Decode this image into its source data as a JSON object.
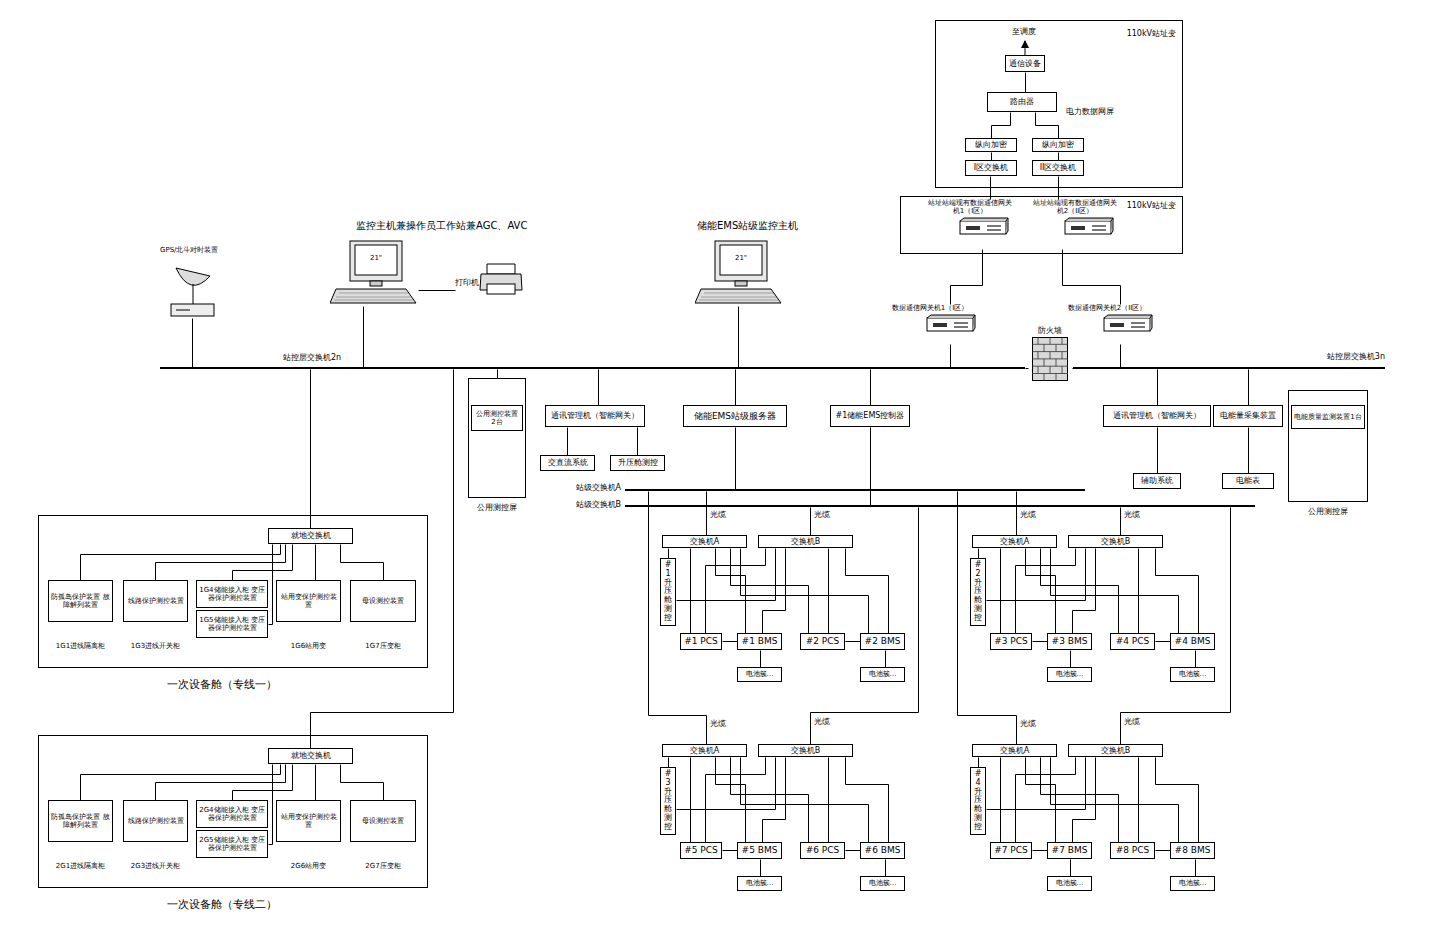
{
  "diagram": {
    "nodes": [
      {
        "text": [
          "110kV站址变",
          "电力数据网屏"
        ]
      },
      {
        "text": [
          "通信设备"
        ],
        "in": 0
      },
      {
        "text": [
          "路由器"
        ],
        "in": 0
      },
      {
        "text": [
          "纵向加密"
        ],
        "in": 0
      },
      {
        "text": [
          "纵向加密"
        ],
        "in": 0
      },
      {
        "text": [
          "I区交换机"
        ],
        "in": 0
      },
      {
        "text": [
          "II区交换机"
        ],
        "in": 0
      },
      {
        "text": [
          "110kV站址变"
        ]
      },
      {
        "text": [
          "站址站端现有数据通信网关机1（I区）"
        ],
        "in": 7
      },
      {
        "text": [
          "站址站端现有数据通信网关机2（II区）"
        ],
        "in": 7
      },
      {
        "text": [
          "GPS/北斗对时装置"
        ]
      },
      {
        "text": [
          "监控主机兼操作员工作站兼AGC、AVC"
        ]
      },
      {
        "text": [
          "打印机"
        ]
      },
      {
        "text": [
          "储能EMS站级监控主机"
        ]
      },
      {
        "text": [
          "数据通信网关机1（I区）"
        ]
      },
      {
        "text": [
          "数据通信网关机2（II区）"
        ]
      },
      {
        "text": [
          "防火墙"
        ]
      },
      {
        "text": [
          "站控层交换机2n"
        ]
      },
      {
        "text": [
          "站控层交换机3n"
        ]
      },
      {
        "text": [
          "公用测控屏"
        ]
      },
      {
        "text": [
          "公用测控装置2台"
        ],
        "in": 19
      },
      {
        "text": [
          "通讯管理机（智能网关）"
        ]
      },
      {
        "text": [
          "交直流系统"
        ]
      },
      {
        "text": [
          "升压舱测控"
        ]
      },
      {
        "text": [
          "储能EMS站级服务器"
        ]
      },
      {
        "text": [
          "#1储能EMS控制器"
        ]
      },
      {
        "text": [
          "通讯管理机（智能网关）"
        ]
      },
      {
        "text": [
          "辅助系统"
        ]
      },
      {
        "text": [
          "电能量采集装置"
        ]
      },
      {
        "text": [
          "电能表"
        ]
      },
      {
        "text": [
          "公用测控屏"
        ]
      },
      {
        "text": [
          "电能质量监测装置1台"
        ],
        "in": 30
      },
      {
        "text": [
          "站级交换机A"
        ]
      },
      {
        "text": [
          "站级交换机B"
        ]
      },
      {
        "text": [
          "一次设备舱（专线一）"
        ]
      },
      {
        "text": [
          "就地交换机"
        ],
        "in": 34
      },
      {
        "text": [
          "防孤岛保护装置 故障解列装置"
        ],
        "in": 34
      },
      {
        "text": [
          "线路保护测控装置"
        ],
        "in": 34
      },
      {
        "text": [
          "1G4储能接入柜 变压器保护测控装置"
        ],
        "in": 34
      },
      {
        "text": [
          "1G5储能接入柜 变压器保护测控装置"
        ],
        "in": 34
      },
      {
        "text": [
          "站用变保护测控装置"
        ],
        "in": 34
      },
      {
        "text": [
          "母设测控装置"
        ],
        "in": 34
      },
      {
        "text": [
          "一次设备舱（专线二）"
        ]
      },
      {
        "text": [
          "就地交换机"
        ],
        "in": 42
      },
      {
        "text": [
          "防孤岛保护装置 故障解列装置"
        ],
        "in": 42
      },
      {
        "text": [
          "线路保护测控装置"
        ],
        "in": 42
      },
      {
        "text": [
          "2G4储能接入柜 变压器保护测控装置"
        ],
        "in": 42
      },
      {
        "text": [
          "2G5储能接入柜 变压器保护测控装置"
        ],
        "in": 42
      },
      {
        "text": [
          "站用变保护测控装置"
        ],
        "in": 42
      },
      {
        "text": [
          "母设测控装置"
        ],
        "in": 42
      },
      {
        "text": [
          "交换机A"
        ]
      },
      {
        "text": [
          "交换机B"
        ]
      },
      {
        "text": [
          "#1升压舱测控"
        ]
      },
      {
        "text": [
          "#1 PCS"
        ]
      },
      {
        "text": [
          "#1 BMS"
        ]
      },
      {
        "text": [
          "#2 PCS"
        ]
      },
      {
        "text": [
          "#2 BMS"
        ]
      },
      {
        "text": [
          "电池簇…"
        ]
      },
      {
        "text": [
          "电池簇…"
        ]
      },
      {
        "text": [
          "交换机A"
        ]
      },
      {
        "text": [
          "交换机B"
        ]
      },
      {
        "text": [
          "#2升压舱测控"
        ]
      },
      {
        "text": [
          "#3 PCS"
        ]
      },
      {
        "text": [
          "#3 BMS"
        ]
      },
      {
        "text": [
          "#4 PCS"
        ]
      },
      {
        "text": [
          "#4 BMS"
        ]
      },
      {
        "text": [
          "电池簇…"
        ]
      },
      {
        "text": [
          "电池簇…"
        ]
      },
      {
        "text": [
          "交换机A"
        ]
      },
      {
        "text": [
          "交换机B"
        ]
      },
      {
        "text": [
          "#3升压舱测控"
        ]
      },
      {
        "text": [
          "#5 PCS"
        ]
      },
      {
        "text": [
          "#5 BMS"
        ]
      },
      {
        "text": [
          "#6 PCS"
        ]
      },
      {
        "text": [
          "#6 BMS"
        ]
      },
      {
        "text": [
          "电池簇…"
        ]
      },
      {
        "text": [
          "电池簇…"
        ]
      },
      {
        "text": [
          "交换机A"
        ]
      },
      {
        "text": [
          "交换机B"
        ]
      },
      {
        "text": [
          "#4升压舱测控"
        ]
      },
      {
        "text": [
          "#7 PCS"
        ]
      },
      {
        "text": [
          "#7 BMS"
        ]
      },
      {
        "text": [
          "#8 PCS"
        ]
      },
      {
        "text": [
          "#8 BMS"
        ]
      },
      {
        "text": [
          "电池簇…"
        ]
      },
      {
        "text": [
          "电池簇…"
        ]
      }
    ],
    "edges": [
      {
        "from": 2,
        "to": 1,
        "arrow": "none"
      },
      {
        "from": 3,
        "to": 2,
        "arrow": "none"
      },
      {
        "from": 4,
        "to": 2,
        "arrow": "none"
      },
      {
        "from": 3,
        "to": 5,
        "arrow": "none"
      },
      {
        "from": 4,
        "to": 6,
        "arrow": "none"
      },
      {
        "from": 5,
        "to": 8,
        "arrow": "none"
      },
      {
        "from": 6,
        "to": 9,
        "arrow": "none"
      },
      {
        "from": 8,
        "to": 14,
        "arrow": "none"
      },
      {
        "from": 9,
        "to": 15,
        "arrow": "none"
      },
      {
        "from": 10,
        "to": 17,
        "arrow": "none"
      },
      {
        "from": 11,
        "to": 17,
        "arrow": "none"
      },
      {
        "from": 11,
        "to": 12,
        "arrow": "none"
      },
      {
        "from": 13,
        "to": 17,
        "arrow": "none"
      },
      {
        "from": 14,
        "to": 17,
        "arrow": "none"
      },
      {
        "from": 15,
        "to": 18,
        "arrow": "none"
      },
      {
        "from": 17,
        "to": 16,
        "arrow": "none"
      },
      {
        "from": 16,
        "to": 18,
        "arrow": "none"
      },
      {
        "from": 17,
        "to": 19,
        "arrow": "none"
      },
      {
        "from": 17,
        "to": 21,
        "arrow": "none"
      },
      {
        "from": 21,
        "to": 22,
        "arrow": "none"
      },
      {
        "from": 21,
        "to": 23,
        "arrow": "none"
      },
      {
        "from": 17,
        "to": 24,
        "arrow": "none"
      },
      {
        "from": 24,
        "to": 32,
        "arrow": "none"
      },
      {
        "from": 17,
        "to": 25,
        "arrow": "none"
      },
      {
        "from": 25,
        "to": 33,
        "arrow": "none"
      },
      {
        "from": 18,
        "to": 26,
        "arrow": "none"
      },
      {
        "from": 26,
        "to": 27,
        "arrow": "none"
      },
      {
        "from": 18,
        "to": 28,
        "arrow": "none"
      },
      {
        "from": 28,
        "to": 29,
        "arrow": "none"
      },
      {
        "from": 17,
        "to": 35,
        "arrow": "none"
      },
      {
        "from": 17,
        "to": 43,
        "arrow": "none"
      },
      {
        "from": 35,
        "to": 36,
        "arrow": "none"
      },
      {
        "from": 35,
        "to": 37,
        "arrow": "none"
      },
      {
        "from": 35,
        "to": 38,
        "arrow": "none"
      },
      {
        "from": 35,
        "to": 39,
        "arrow": "none"
      },
      {
        "from": 35,
        "to": 40,
        "arrow": "none"
      },
      {
        "from": 35,
        "to": 41,
        "arrow": "none"
      },
      {
        "from": 43,
        "to": 44,
        "arrow": "none"
      },
      {
        "from": 43,
        "to": 45,
        "arrow": "none"
      },
      {
        "from": 43,
        "to": 46,
        "arrow": "none"
      },
      {
        "from": 43,
        "to": 47,
        "arrow": "none"
      },
      {
        "from": 43,
        "to": 48,
        "arrow": "none"
      },
      {
        "from": 43,
        "to": 49,
        "arrow": "none"
      },
      {
        "from": 32,
        "to": 50,
        "arrow": "none"
      },
      {
        "from": 33,
        "to": 51,
        "arrow": "none"
      },
      {
        "from": 52,
        "to": 50,
        "arrow": "none"
      },
      {
        "from": 52,
        "to": 51,
        "arrow": "none"
      },
      {
        "from": 50,
        "to": 53,
        "arrow": "none"
      },
      {
        "from": 50,
        "to": 54,
        "arrow": "none"
      },
      {
        "from": 50,
        "to": 55,
        "arrow": "none"
      },
      {
        "from": 50,
        "to": 56,
        "arrow": "none"
      },
      {
        "from": 51,
        "to": 53,
        "arrow": "none"
      },
      {
        "from": 51,
        "to": 54,
        "arrow": "none"
      },
      {
        "from": 51,
        "to": 55,
        "arrow": "none"
      },
      {
        "from": 51,
        "to": 56,
        "arrow": "none"
      },
      {
        "from": 53,
        "to": 54,
        "arrow": "none"
      },
      {
        "from": 55,
        "to": 56,
        "arrow": "none"
      },
      {
        "from": 54,
        "to": 57,
        "arrow": "none"
      },
      {
        "from": 56,
        "to": 58,
        "arrow": "none"
      },
      {
        "from": 32,
        "to": 59,
        "arrow": "none"
      },
      {
        "from": 33,
        "to": 60,
        "arrow": "none"
      },
      {
        "from": 61,
        "to": 59,
        "arrow": "none"
      },
      {
        "from": 61,
        "to": 60,
        "arrow": "none"
      },
      {
        "from": 59,
        "to": 62,
        "arrow": "none"
      },
      {
        "from": 59,
        "to": 63,
        "arrow": "none"
      },
      {
        "from": 59,
        "to": 64,
        "arrow": "none"
      },
      {
        "from": 59,
        "to": 65,
        "arrow": "none"
      },
      {
        "from": 60,
        "to": 62,
        "arrow": "none"
      },
      {
        "from": 60,
        "to": 63,
        "arrow": "none"
      },
      {
        "from": 60,
        "to": 64,
        "arrow": "none"
      },
      {
        "from": 60,
        "to": 65,
        "arrow": "none"
      },
      {
        "from": 62,
        "to": 63,
        "arrow": "none"
      },
      {
        "from": 64,
        "to": 65,
        "arrow": "none"
      },
      {
        "from": 63,
        "to": 66,
        "arrow": "none"
      },
      {
        "from": 65,
        "to": 67,
        "arrow": "none"
      },
      {
        "from": 32,
        "to": 68,
        "arrow": "none"
      },
      {
        "from": 33,
        "to": 69,
        "arrow": "none"
      },
      {
        "from": 70,
        "to": 68,
        "arrow": "none"
      },
      {
        "from": 70,
        "to": 69,
        "arrow": "none"
      },
      {
        "from": 68,
        "to": 71,
        "arrow": "none"
      },
      {
        "from": 68,
        "to": 72,
        "arrow": "none"
      },
      {
        "from": 68,
        "to": 73,
        "arrow": "none"
      },
      {
        "from": 68,
        "to": 74,
        "arrow": "none"
      },
      {
        "from": 69,
        "to": 71,
        "arrow": "none"
      },
      {
        "from": 69,
        "to": 72,
        "arrow": "none"
      },
      {
        "from": 69,
        "to": 73,
        "arrow": "none"
      },
      {
        "from": 69,
        "to": 74,
        "arrow": "none"
      },
      {
        "from": 71,
        "to": 72,
        "arrow": "none"
      },
      {
        "from": 73,
        "to": 74,
        "arrow": "none"
      },
      {
        "from": 72,
        "to": 75,
        "arrow": "none"
      },
      {
        "from": 74,
        "to": 76,
        "arrow": "none"
      },
      {
        "from": 32,
        "to": 77,
        "arrow": "none"
      },
      {
        "from": 33,
        "to": 78,
        "arrow": "none"
      },
      {
        "from": 79,
        "to": 77,
        "arrow": "none"
      },
      {
        "from": 79,
        "to": 78,
        "arrow": "none"
      },
      {
        "from": 77,
        "to": 80,
        "arrow": "none"
      },
      {
        "from": 77,
        "to": 81,
        "arrow": "none"
      },
      {
        "from": 77,
        "to": 82,
        "arrow": "none"
      },
      {
        "from": 77,
        "to": 83,
        "arrow": "none"
      },
      {
        "from": 78,
        "to": 80,
        "arrow": "none"
      },
      {
        "from": 78,
        "to": 81,
        "arrow": "none"
      },
      {
        "from": 78,
        "to": 82,
        "arrow": "none"
      },
      {
        "from": 78,
        "to": 83,
        "arrow": "none"
      },
      {
        "from": 80,
        "to": 81,
        "arrow": "none"
      },
      {
        "from": 82,
        "to": 83,
        "arrow": "none"
      },
      {
        "from": 81,
        "to": 84,
        "arrow": "none"
      },
      {
        "from": 83,
        "to": 85,
        "arrow": "none"
      }
    ],
    "labels": [
      "至调度",
      "21\"",
      "21\"",
      "光缆",
      "光缆",
      "光缆",
      "光缆",
      "光缆",
      "光缆",
      "光缆",
      "光缆",
      "1G1进线隔离柜",
      "1G3进线开关柜",
      "1G6站用变",
      "1G7压变柜",
      "2G1进线隔离柜",
      "2G3进线开关柜",
      "2G6站用变",
      "2G7压变柜"
    ]
  }
}
